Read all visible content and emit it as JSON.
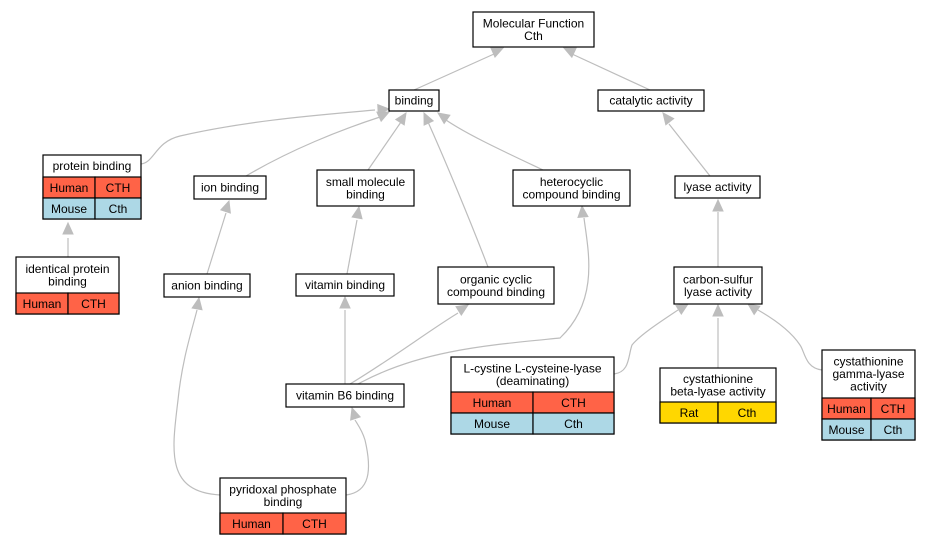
{
  "graph": {
    "edge_color": "#bdbdbd",
    "species_colors": {
      "Human": "#ff6347",
      "Mouse": "#add8e6",
      "Rat": "#ffd700"
    },
    "nodes": [
      {
        "id": "molecular-function",
        "lines": [
          "Molecular Function",
          "Cth"
        ],
        "annotations": []
      },
      {
        "id": "binding",
        "lines": [
          "binding"
        ],
        "annotations": []
      },
      {
        "id": "catalytic-activity",
        "lines": [
          "catalytic activity"
        ],
        "annotations": []
      },
      {
        "id": "protein-binding",
        "lines": [
          "protein binding"
        ],
        "annotations": [
          {
            "species": "Human",
            "gene": "CTH"
          },
          {
            "species": "Mouse",
            "gene": "Cth"
          }
        ]
      },
      {
        "id": "ion-binding",
        "lines": [
          "ion binding"
        ],
        "annotations": []
      },
      {
        "id": "small-molecule-binding",
        "lines": [
          "small molecule",
          "binding"
        ],
        "annotations": []
      },
      {
        "id": "heterocyclic-compound-binding",
        "lines": [
          "heterocyclic",
          "compound binding"
        ],
        "annotations": []
      },
      {
        "id": "lyase-activity",
        "lines": [
          "lyase activity"
        ],
        "annotations": []
      },
      {
        "id": "identical-protein-binding",
        "lines": [
          "identical protein",
          "binding"
        ],
        "annotations": [
          {
            "species": "Human",
            "gene": "CTH"
          }
        ]
      },
      {
        "id": "anion-binding",
        "lines": [
          "anion binding"
        ],
        "annotations": []
      },
      {
        "id": "vitamin-binding",
        "lines": [
          "vitamin binding"
        ],
        "annotations": []
      },
      {
        "id": "organic-cyclic-compound-binding",
        "lines": [
          "organic cyclic",
          "compound binding"
        ],
        "annotations": []
      },
      {
        "id": "carbon-sulfur-lyase-activity",
        "lines": [
          "carbon-sulfur",
          "lyase activity"
        ],
        "annotations": []
      },
      {
        "id": "l-cystine-l-cysteine-lyase",
        "lines": [
          "L-cystine L-cysteine-lyase",
          "(deaminating)"
        ],
        "annotations": [
          {
            "species": "Human",
            "gene": "CTH"
          },
          {
            "species": "Mouse",
            "gene": "Cth"
          }
        ]
      },
      {
        "id": "cystathionine-beta-lyase-activity",
        "lines": [
          "cystathionine",
          "beta-lyase activity"
        ],
        "annotations": [
          {
            "species": "Rat",
            "gene": "Cth"
          }
        ]
      },
      {
        "id": "cystathionine-gamma-lyase-activity",
        "lines": [
          "cystathionine",
          "gamma-lyase",
          "activity"
        ],
        "annotations": [
          {
            "species": "Human",
            "gene": "CTH"
          },
          {
            "species": "Mouse",
            "gene": "Cth"
          }
        ]
      },
      {
        "id": "vitamin-b6-binding",
        "lines": [
          "vitamin B6 binding"
        ],
        "annotations": []
      },
      {
        "id": "pyridoxal-phosphate-binding",
        "lines": [
          "pyridoxal phosphate",
          "binding"
        ],
        "annotations": [
          {
            "species": "Human",
            "gene": "CTH"
          }
        ]
      }
    ],
    "edges": [
      {
        "from": "binding",
        "to": "molecular-function"
      },
      {
        "from": "catalytic-activity",
        "to": "molecular-function"
      },
      {
        "from": "protein-binding",
        "to": "binding"
      },
      {
        "from": "ion-binding",
        "to": "binding"
      },
      {
        "from": "small-molecule-binding",
        "to": "binding"
      },
      {
        "from": "organic-cyclic-compound-binding",
        "to": "binding"
      },
      {
        "from": "heterocyclic-compound-binding",
        "to": "binding"
      },
      {
        "from": "lyase-activity",
        "to": "catalytic-activity"
      },
      {
        "from": "identical-protein-binding",
        "to": "protein-binding"
      },
      {
        "from": "anion-binding",
        "to": "ion-binding"
      },
      {
        "from": "vitamin-binding",
        "to": "small-molecule-binding"
      },
      {
        "from": "carbon-sulfur-lyase-activity",
        "to": "lyase-activity"
      },
      {
        "from": "vitamin-b6-binding",
        "to": "vitamin-binding"
      },
      {
        "from": "vitamin-b6-binding",
        "to": "organic-cyclic-compound-binding"
      },
      {
        "from": "vitamin-b6-binding",
        "to": "heterocyclic-compound-binding"
      },
      {
        "from": "pyridoxal-phosphate-binding",
        "to": "vitamin-b6-binding"
      },
      {
        "from": "pyridoxal-phosphate-binding",
        "to": "anion-binding"
      },
      {
        "from": "l-cystine-l-cysteine-lyase",
        "to": "carbon-sulfur-lyase-activity"
      },
      {
        "from": "cystathionine-beta-lyase-activity",
        "to": "carbon-sulfur-lyase-activity"
      },
      {
        "from": "cystathionine-gamma-lyase-activity",
        "to": "carbon-sulfur-lyase-activity"
      }
    ]
  }
}
